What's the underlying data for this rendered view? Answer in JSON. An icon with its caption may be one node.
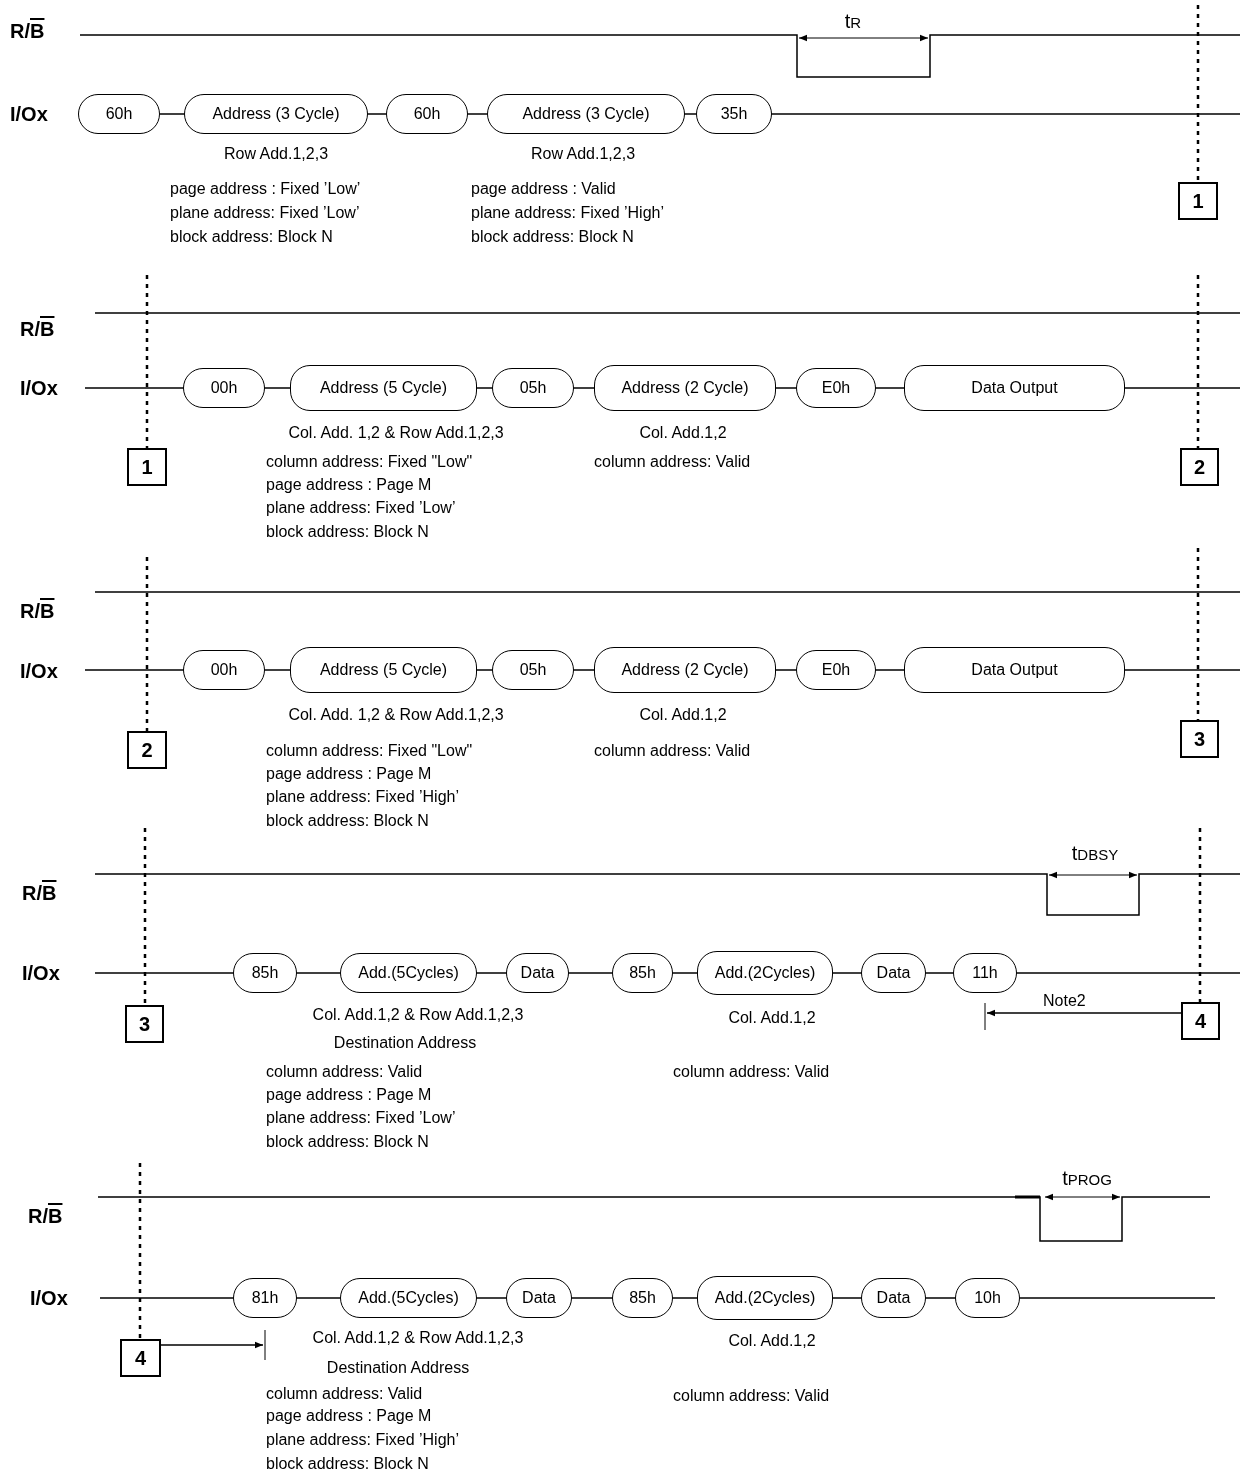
{
  "diagram": {
    "nodes": [
      {
        "text": [
          "60h"
        ]
      },
      {
        "text": [
          "Address (3 Cycle)"
        ]
      },
      {
        "text": [
          "60h"
        ]
      },
      {
        "text": [
          "Address (3 Cycle)"
        ]
      },
      {
        "text": [
          "35h"
        ]
      },
      {
        "text": [
          "1"
        ]
      },
      {
        "text": [
          "1"
        ]
      },
      {
        "text": [
          "00h"
        ]
      },
      {
        "text": [
          "Address (5 Cycle)"
        ]
      },
      {
        "text": [
          "05h"
        ]
      },
      {
        "text": [
          "Address (2 Cycle)"
        ]
      },
      {
        "text": [
          "E0h"
        ]
      },
      {
        "text": [
          "Data Output"
        ]
      },
      {
        "text": [
          "2"
        ]
      },
      {
        "text": [
          "2"
        ]
      },
      {
        "text": [
          "00h"
        ]
      },
      {
        "text": [
          "Address (5 Cycle)"
        ]
      },
      {
        "text": [
          "05h"
        ]
      },
      {
        "text": [
          "Address (2 Cycle)"
        ]
      },
      {
        "text": [
          "E0h"
        ]
      },
      {
        "text": [
          "Data Output"
        ]
      },
      {
        "text": [
          "3"
        ]
      },
      {
        "text": [
          "3"
        ]
      },
      {
        "text": [
          "85h"
        ]
      },
      {
        "text": [
          "Add.(5Cycles)"
        ]
      },
      {
        "text": [
          "Data"
        ]
      },
      {
        "text": [
          "85h"
        ]
      },
      {
        "text": [
          "Add.(2Cycles)"
        ]
      },
      {
        "text": [
          "Data"
        ]
      },
      {
        "text": [
          "11h"
        ]
      },
      {
        "text": [
          "4"
        ]
      },
      {
        "text": [
          "4"
        ]
      },
      {
        "text": [
          "81h"
        ]
      },
      {
        "text": [
          "Add.(5Cycles)"
        ]
      },
      {
        "text": [
          "Data"
        ]
      },
      {
        "text": [
          "85h"
        ]
      },
      {
        "text": [
          "Add.(2Cycles)"
        ]
      },
      {
        "text": [
          "Data"
        ]
      },
      {
        "text": [
          "10h"
        ]
      }
    ],
    "edges": [
      {
        "from": 30,
        "to": 29,
        "arrow": "to",
        "label": "Note2"
      },
      {
        "from": 31,
        "to": 32,
        "arrow": "to"
      }
    ],
    "labels": [
      "R/B",
      "t$_{R}$",
      "I/Ox",
      "Row Add.1,2,3",
      "Row Add.1,2,3",
      "page address : Fixed ’Low’",
      "plane address: Fixed ’Low’",
      "block address: Block N",
      "page address : Valid",
      "plane address: Fixed ’High’",
      "block address: Block N",
      "R/B",
      "I/Ox",
      "Col. Add. 1,2 & Row Add.1,2,3",
      "Col. Add.1,2",
      "column address: Fixed \"Low\"",
      "page address : Page M",
      "plane address: Fixed ’Low’",
      "block address: Block N",
      "column address: Valid",
      "R/B",
      "I/Ox",
      "Col. Add. 1,2 & Row Add.1,2,3",
      "Col. Add.1,2",
      "column address: Fixed \"Low\"",
      "page address : Page M",
      "plane address: Fixed ’High’",
      "block address: Block N",
      "column address: Valid",
      "t$_{DBSY}$",
      "R/B",
      "I/Ox",
      "Col. Add.1,2 & Row Add.1,2,3",
      "Destination Address",
      "Col. Add.1,2",
      "column address: Valid",
      "page address : Page M",
      "plane address: Fixed ’Low’",
      "block address: Block N",
      "column address: Valid",
      "t$_{PROG}$",
      "R/B",
      "I/Ox",
      "Col. Add.1,2 & Row Add.1,2,3",
      "Destination Address",
      "Col. Add.1,2",
      "column address: Valid",
      "page address : Page M",
      "plane address: Fixed ’High’",
      "block address: Block N",
      "column address: Valid"
    ]
  }
}
